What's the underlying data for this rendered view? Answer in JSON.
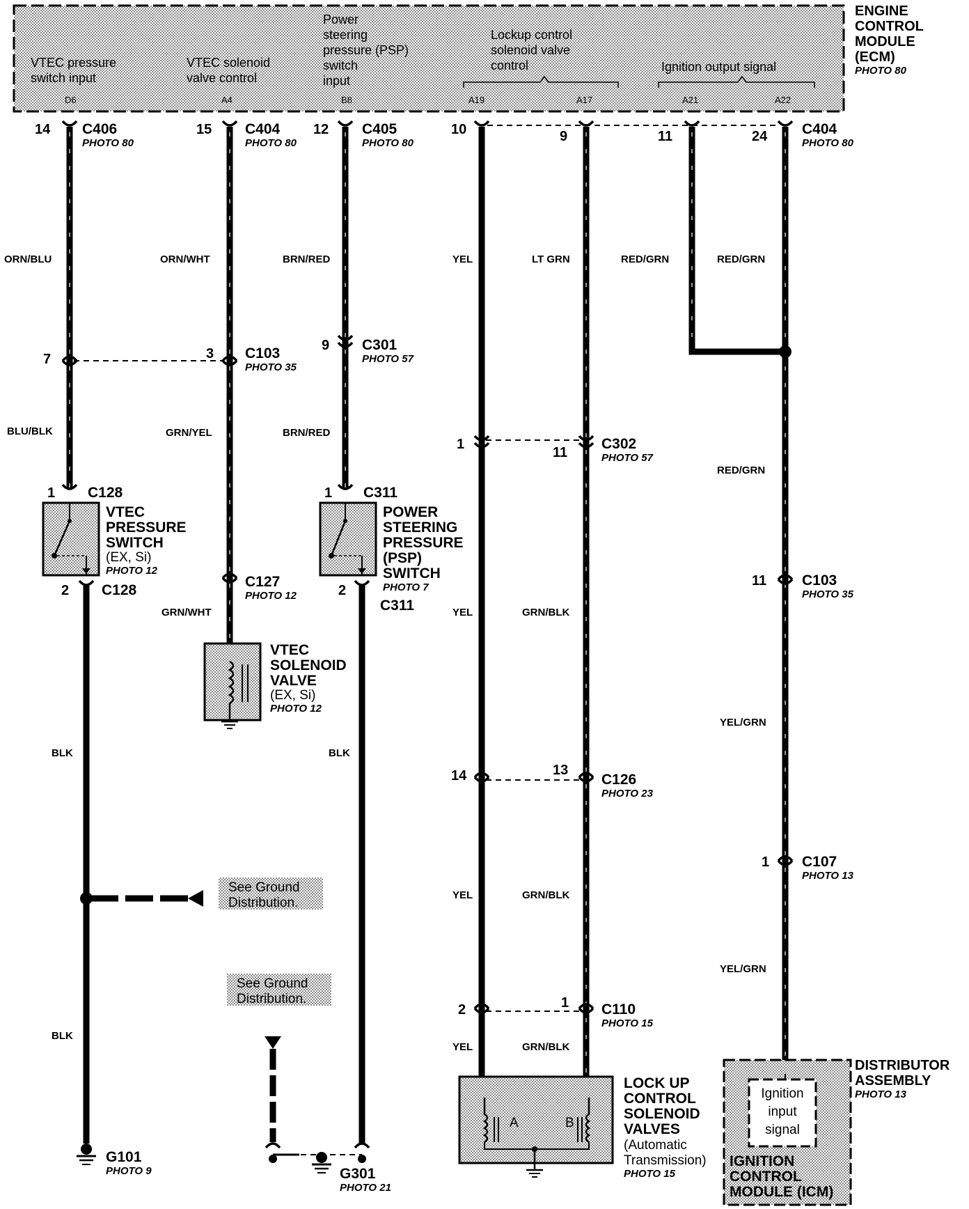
{
  "ecm": {
    "title": [
      "ENGINE",
      "CONTROL",
      "MODULE",
      "(ECM)"
    ],
    "photo": "PHOTO 80",
    "signals": {
      "vtec_pressure": [
        "VTEC pressure",
        "switch input"
      ],
      "vtec_solenoid": [
        "VTEC solenoid",
        "valve control"
      ],
      "psp": [
        "Power",
        "steering",
        "pressure (PSP)",
        "switch",
        "input"
      ],
      "lockup": [
        "Lockup control",
        "solenoid valve",
        "control"
      ],
      "ignition_output": "Ignition output signal"
    },
    "terminals": [
      "D6",
      "A4",
      "B8",
      "A19",
      "A17",
      "A21",
      "A22"
    ]
  },
  "connectors": {
    "c406": {
      "pin": "14",
      "name": "C406",
      "photo": "PHOTO 80"
    },
    "c404a": {
      "pin": "15",
      "name": "C404",
      "photo": "PHOTO 80"
    },
    "c405": {
      "pin": "12",
      "name": "C405",
      "photo": "PHOTO 80"
    },
    "c404_pins": [
      "10",
      "9",
      "11",
      "24"
    ],
    "c404b": {
      "name": "C404",
      "photo": "PHOTO 80"
    },
    "c103a": {
      "pins": [
        "7",
        "3"
      ],
      "name": "C103",
      "photo": "PHOTO 35"
    },
    "c301": {
      "pin": "9",
      "name": "C301",
      "photo": "PHOTO 57"
    },
    "c302": {
      "pins": [
        "1",
        "11"
      ],
      "name": "C302",
      "photo": "PHOTO 57"
    },
    "c128": {
      "pins": [
        "1",
        "2"
      ],
      "name": "C128"
    },
    "c311": {
      "pins": [
        "1",
        "2"
      ],
      "name": "C311"
    },
    "c127": {
      "name": "C127",
      "photo": "PHOTO 12"
    },
    "c103b": {
      "pin": "11",
      "name": "C103",
      "photo": "PHOTO 35"
    },
    "c126": {
      "pins": [
        "14",
        "13"
      ],
      "name": "C126",
      "photo": "PHOTO 23"
    },
    "c107": {
      "pin": "1",
      "name": "C107",
      "photo": "PHOTO 13"
    },
    "c110": {
      "pins": [
        "2",
        "1"
      ],
      "name": "C110",
      "photo": "PHOTO 15"
    }
  },
  "wires": {
    "orn_blu": "ORN/BLU",
    "orn_wht": "ORN/WHT",
    "brn_red": "BRN/RED",
    "yel": "YEL",
    "lt_grn": "LT GRN",
    "red_grn": "RED/GRN",
    "blu_blk": "BLU/BLK",
    "grn_yel": "GRN/YEL",
    "grn_wht": "GRN/WHT",
    "grn_blk": "GRN/BLK",
    "blk": "BLK",
    "yel_grn": "YEL/GRN"
  },
  "components": {
    "vtec_pressure_switch": {
      "name": [
        "VTEC",
        "PRESSURE",
        "SWITCH"
      ],
      "variant": "(EX, Si)",
      "photo": "PHOTO 12"
    },
    "psp_switch": {
      "name": [
        "POWER",
        "STEERING",
        "PRESSURE",
        "(PSP)",
        "SWITCH"
      ],
      "photo": "PHOTO 7"
    },
    "vtec_solenoid": {
      "name": [
        "VTEC",
        "SOLENOID",
        "VALVE"
      ],
      "variant": "(EX, Si)",
      "photo": "PHOTO 12"
    },
    "lockup_valves": {
      "name": [
        "LOCK UP",
        "CONTROL",
        "SOLENOID",
        "VALVES"
      ],
      "note": [
        "(Automatic",
        "Transmission)"
      ],
      "photo": "PHOTO 15",
      "coil_a": "A",
      "coil_b": "B"
    },
    "distributor": {
      "name": [
        "DISTRIBUTOR",
        "ASSEMBLY"
      ],
      "photo": "PHOTO 13",
      "icm_signal": [
        "Ignition",
        "input",
        "signal"
      ],
      "icm": [
        "IGNITION",
        "CONTROL",
        "MODULE (ICM)"
      ]
    }
  },
  "grounds": {
    "g101": {
      "name": "G101",
      "photo": "PHOTO 9"
    },
    "g301": {
      "name": "G301",
      "photo": "PHOTO 21"
    },
    "see_ground": [
      "See Ground",
      "Distribution."
    ]
  },
  "colors": {
    "ink": "#000000",
    "fill": "#c8c8c8"
  }
}
